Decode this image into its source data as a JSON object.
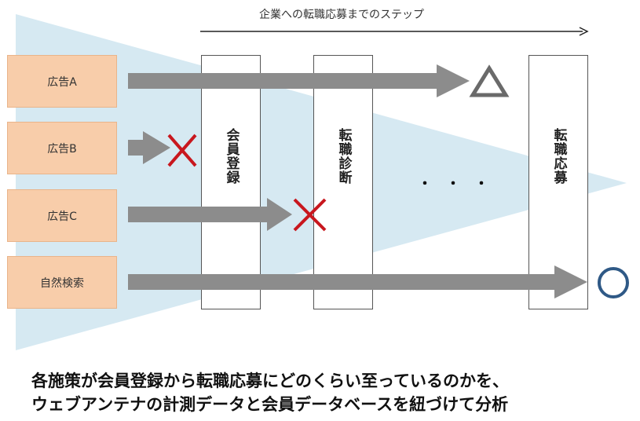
{
  "flow_title": "企業への転職応募までのステップ",
  "sources": [
    {
      "label": "広告A",
      "outcome": "triangle-icon"
    },
    {
      "label": "広告B",
      "outcome": "cross-icon"
    },
    {
      "label": "広告C",
      "outcome": "cross-icon"
    },
    {
      "label": "自然検索",
      "outcome": "circle-icon"
    }
  ],
  "stages": [
    {
      "label": "会員登録"
    },
    {
      "label": "転職診断"
    },
    {
      "label": "転職応募"
    }
  ],
  "ellipsis": "・　・　・",
  "caption": {
    "line1": "各施策が会員登録から転職応募にどのくらい至っているのかを、",
    "line2": "ウェブアンテナの計測データと会員データベースを紐づけて分析"
  },
  "colors": {
    "funnel": "#d6e9f2",
    "source_box": "#f8cdaa",
    "arrow": "#8c8c8c",
    "cross": "#c8171e",
    "circle": "#2f5986",
    "triangle": "#6a6a6a"
  }
}
